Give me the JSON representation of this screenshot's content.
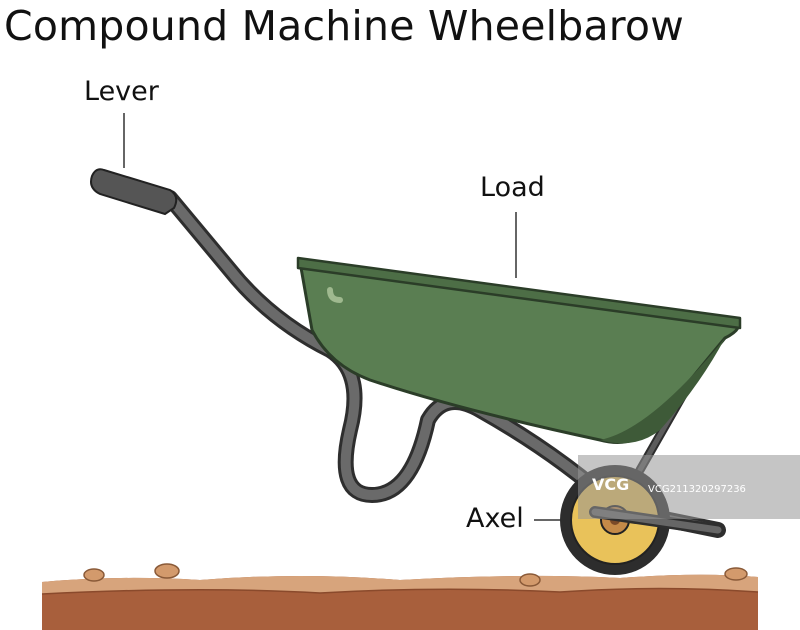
{
  "title": "Compound Machine Wheelbarow",
  "labels": {
    "lever": "Lever",
    "load": "Load",
    "axel": "Axel"
  },
  "watermark": {
    "logo": "VCG",
    "id": "VCG211320297236"
  },
  "colors": {
    "tray": "#5a7e52",
    "tray_dark": "#3e5a38",
    "frame": "#505050",
    "tire": "#2d2d2d",
    "hub": "#e9c25a",
    "soil": "#a85f3c",
    "soil_top": "#d7a47c"
  }
}
